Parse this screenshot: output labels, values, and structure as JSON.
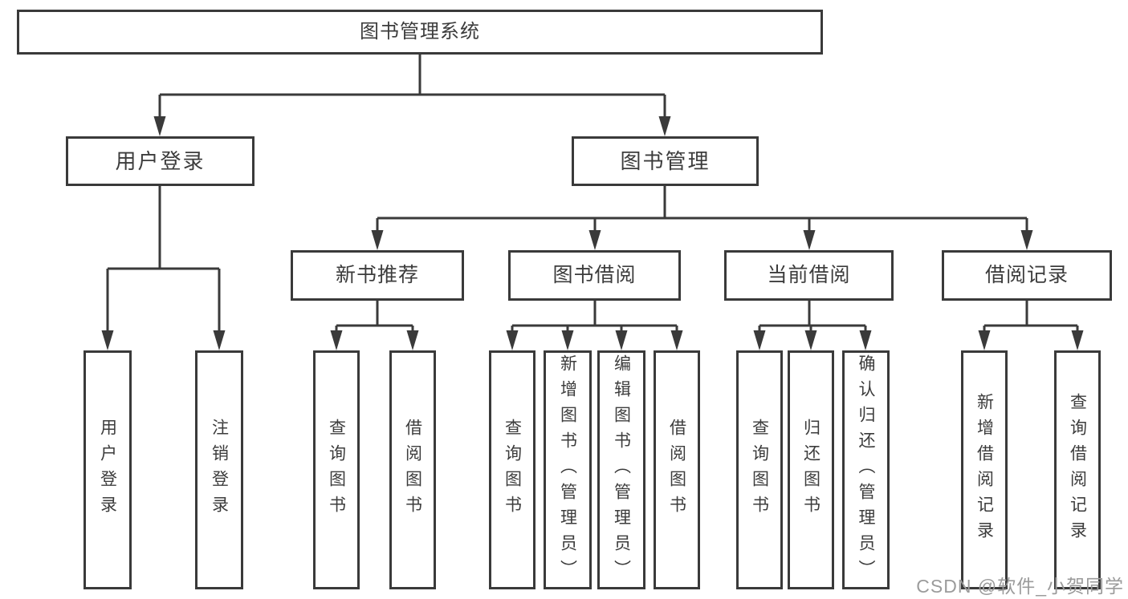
{
  "tree": {
    "root": {
      "label": "图书管理系统",
      "children": [
        {
          "label": "用户登录",
          "children": [
            {
              "label": "用户登录"
            },
            {
              "label": "注销登录"
            }
          ]
        },
        {
          "label": "图书管理",
          "children": [
            {
              "label": "新书推荐",
              "children": [
                {
                  "label": "查询图书"
                },
                {
                  "label": "借阅图书"
                }
              ]
            },
            {
              "label": "图书借阅",
              "children": [
                {
                  "label": "查询图书"
                },
                {
                  "label": "新增图书（管理员）"
                },
                {
                  "label": "编辑图书（管理员）"
                },
                {
                  "label": "借阅图书"
                }
              ]
            },
            {
              "label": "当前借阅",
              "children": [
                {
                  "label": "查询图书"
                },
                {
                  "label": "归还图书"
                },
                {
                  "label": "确认归还（管理员）"
                }
              ]
            },
            {
              "label": "借阅记录",
              "children": [
                {
                  "label": "新增借阅记录"
                },
                {
                  "label": "查询借阅记录"
                }
              ]
            }
          ]
        }
      ]
    }
  },
  "watermark": {
    "text": "CSDN @软件_小贺同学"
  },
  "colors": {
    "line": "#3a3a3a",
    "text": "#3c3c3c",
    "bg": "#ffffff",
    "watermark": "#9b9b9b"
  }
}
